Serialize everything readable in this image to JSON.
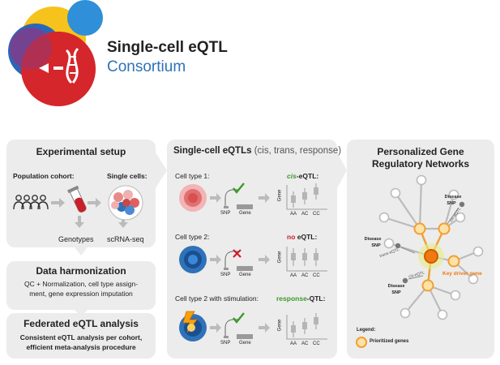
{
  "title": {
    "line1": "Single-cell eQTL",
    "line2": "Consortium"
  },
  "colors": {
    "panel": "#ececec",
    "green": "#3a9a2a",
    "red": "#c8202a",
    "orange": "#f0a030",
    "blue": "#2f72b8"
  },
  "experimental": {
    "heading": "Experimental setup",
    "population_label": "Population cohort:",
    "single_cells_label": "Single cells:",
    "genotypes_label": "Genotypes",
    "scrna_label": "scRNA-seq"
  },
  "harmonization": {
    "heading": "Data harmonization",
    "line1": "QC + Normalization, cell type  assign-",
    "line2": "ment, gene expression imputation"
  },
  "federated": {
    "heading": "Federated eQTL analysis",
    "line1": "Consistent eQTL analysis per cohort,",
    "line2": "efficient meta-analysis procedure"
  },
  "sc_eqtl": {
    "heading": "Single-cell eQTLs",
    "heading_suffix": " (cis, trans, response)",
    "rows": [
      {
        "label": "Cell type 1:",
        "qtl_prefix": "cis",
        "qtl_suffix": "-eQTL:"
      },
      {
        "label": "Cell type 2:",
        "qtl_prefix": "no",
        "qtl_suffix": " eQTL:"
      },
      {
        "label": "Cell type 2 with stimulation:",
        "qtl_prefix": "response",
        "qtl_suffix": "-QTL:"
      }
    ],
    "snp": "SNP",
    "gene": "Gene",
    "y_label": "Gene",
    "genotypes": [
      "AA",
      "AC",
      "CC"
    ]
  },
  "network": {
    "heading_line1": "Personalized Gene",
    "heading_line2": "Regulatory Networks",
    "disease_snp_1": [
      "Disease",
      "SNP"
    ],
    "disease_snp_2": [
      "Disease",
      "SNP"
    ],
    "disease_snp_3": [
      "Disease",
      "SNP"
    ],
    "cis_eqtl_1": "cis-eQTL",
    "trans_eqtl": "trans-eQTL",
    "cis_eqtl_2": "cis-eQTL",
    "key_driver": "Key driver gene",
    "legend_title": "Legend:",
    "legend_item": "Prioritized genes"
  }
}
